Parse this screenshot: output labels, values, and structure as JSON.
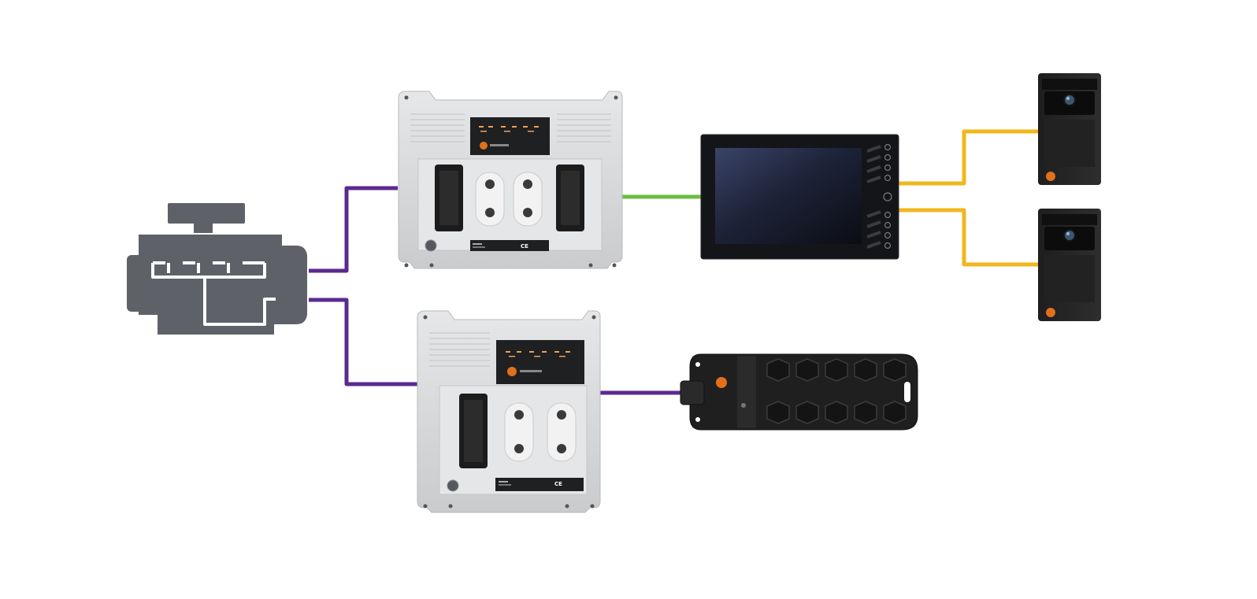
{
  "colors": {
    "can": "#5b2a8e",
    "ethernet": "#6abf3f",
    "camera": "#f0b71e",
    "engine": "#5e6168",
    "housing": "#d3d5d7",
    "brand_orange": "#e0701a"
  },
  "nodes": [
    {
      "id": "engine",
      "icon": "engine-icon"
    },
    {
      "id": "controller-top",
      "icon": "mobile-controller"
    },
    {
      "id": "controller-bottom",
      "icon": "mobile-controller"
    },
    {
      "id": "display",
      "icon": "dialog-display"
    },
    {
      "id": "camera-top",
      "icon": "camera"
    },
    {
      "id": "camera-bottom",
      "icon": "camera"
    },
    {
      "id": "io-module",
      "icon": "io-module"
    }
  ],
  "controller_top": {
    "ce_mark": "CE"
  },
  "controller_bottom": {
    "ce_mark": "CE"
  },
  "connections": [
    {
      "from": "engine",
      "to": "controller-top",
      "type": "can"
    },
    {
      "from": "engine",
      "to": "controller-bottom",
      "type": "can"
    },
    {
      "from": "controller-top",
      "to": "display",
      "type": "ethernet"
    },
    {
      "from": "display",
      "to": "camera-top",
      "type": "camera"
    },
    {
      "from": "display",
      "to": "camera-bottom",
      "type": "camera"
    },
    {
      "from": "controller-bottom",
      "to": "io-module",
      "type": "can"
    }
  ]
}
